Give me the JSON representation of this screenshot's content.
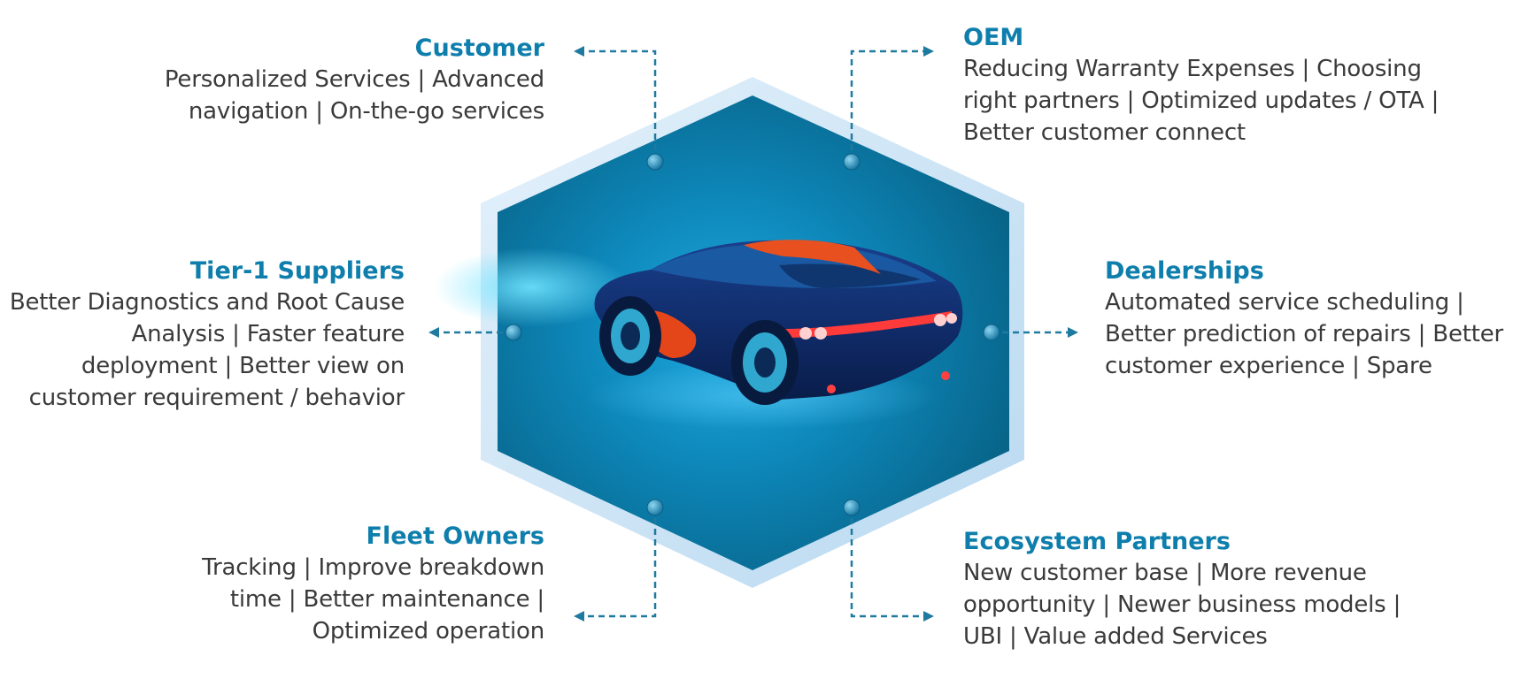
{
  "colors": {
    "heading": "#0e7eac",
    "body_text": "#3a3a3a",
    "connector": "#1f7aa0",
    "hexagon_fill": "#0b6d91",
    "hexagon_frame": "#cfe6f6"
  },
  "stakeholders": [
    {
      "key": "customer",
      "title": "Customer",
      "description": "Personalized Services | Advanced navigation | On-the-go services"
    },
    {
      "key": "oem",
      "title": "OEM",
      "description": "Reducing Warranty Expenses | Choosing right partners | Optimized updates / OTA | Better customer connect"
    },
    {
      "key": "tier1",
      "title": "Tier-1 Suppliers",
      "description": "Better Diagnostics and Root Cause Analysis | Faster feature deployment | Better view on customer requirement / behavior"
    },
    {
      "key": "dealerships",
      "title": "Dealerships",
      "description": "Automated service scheduling | Better prediction of repairs | Better customer experience | Spare"
    },
    {
      "key": "fleet",
      "title": "Fleet Owners",
      "description": "Tracking | Improve breakdown time | Better maintenance | Optimized operation"
    },
    {
      "key": "ecosystem",
      "title": "Ecosystem Partners",
      "description": "New customer base | More revenue opportunity | Newer business models | UBI | Value added Services"
    }
  ],
  "center_image": "connected-car-illustration"
}
